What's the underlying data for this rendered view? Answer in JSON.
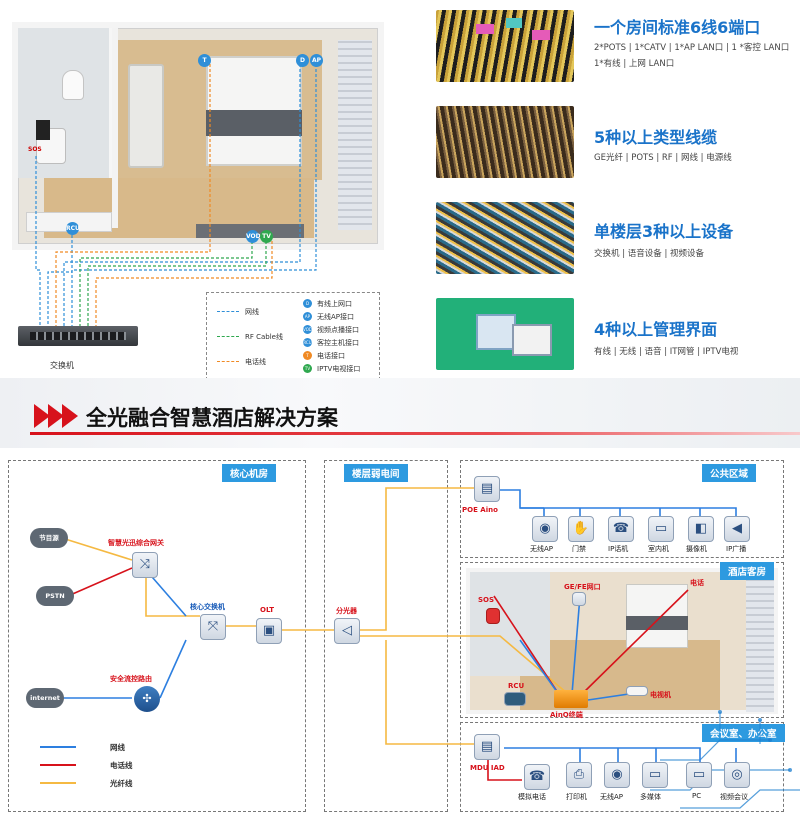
{
  "room_plan": {
    "switch_label": "交换机",
    "sos": "SOS",
    "pins": {
      "d": "D",
      "ap": "AP",
      "t": "T",
      "tv": "TV",
      "vod": "VOD",
      "rcu": "RCU"
    },
    "legend": {
      "lines": [
        {
          "label": "网线",
          "color": "#2f8fd8"
        },
        {
          "label": "RF Cable线",
          "color": "#2fa84f"
        },
        {
          "label": "电话线",
          "color": "#f08a24"
        }
      ],
      "ports": [
        {
          "code": "D",
          "label": "有线上网口",
          "color": "#2f8fd8"
        },
        {
          "code": "AP",
          "label": "无线AP接口",
          "color": "#2f8fd8"
        },
        {
          "code": "VOD",
          "label": "视频点播接口",
          "color": "#2f8fd8"
        },
        {
          "code": "RCU",
          "label": "客控主机接口",
          "color": "#2f8fd8"
        },
        {
          "code": "T",
          "label": "电话接口",
          "color": "#f08a24"
        },
        {
          "code": "TV",
          "label": "IPTV电视接口",
          "color": "#2fa84f"
        }
      ]
    }
  },
  "features": [
    {
      "title": "一个房间标准6线6端口",
      "sub": "2*POTS | 1*CATV | 1*AP LAN口 | 1 *客控 LAN口 1*有线 | 上网 LAN口"
    },
    {
      "title": "5种以上类型线缆",
      "sub": "GE光纤 | POTS | RF | 网线 | 电源线"
    },
    {
      "title": "单楼层3种以上设备",
      "sub": "交换机 | 语音设备 | 视频设备"
    },
    {
      "title": "4种以上管理界面",
      "sub": "有线 | 无线 | 语音 | IT网管 | IPTV电视"
    }
  ],
  "banner": {
    "title": "全光融合智慧酒店解决方案"
  },
  "diagram": {
    "panels": {
      "core": "核心机房",
      "floor": "楼层弱电间",
      "public": "公共区域",
      "room": "酒店客房",
      "meeting": "会议室、办公室"
    },
    "core_nodes": {
      "program_source": "节目源",
      "pstn": "PSTN",
      "internet": "internet",
      "gateway": "智慧光迅综合网关",
      "security_router": "安全流控路由",
      "core_switch": "核心交换机",
      "olt": "OLT",
      "splitter": "分光器"
    },
    "public_nodes": {
      "poe": "POE Aino",
      "items": [
        "无线AP",
        "门禁",
        "IP话机",
        "室内机",
        "摄像机",
        "IP广播"
      ]
    },
    "room_nodes": {
      "sos": "SOS",
      "ge_fe": "GE/FE网口",
      "phone": "电话",
      "rcu": "RCU",
      "aino": "AinO终端",
      "tv": "电视机"
    },
    "meeting_nodes": {
      "mdu": "MDU IAD",
      "items": [
        "模拟电话",
        "打印机",
        "无线AP",
        "多媒体",
        "PC",
        "视频会议"
      ]
    },
    "legend": [
      {
        "label": "网线",
        "color": "#2d7fe0"
      },
      {
        "label": "电话线",
        "color": "#d7121b"
      },
      {
        "label": "光纤线",
        "color": "#f5b942"
      }
    ]
  }
}
